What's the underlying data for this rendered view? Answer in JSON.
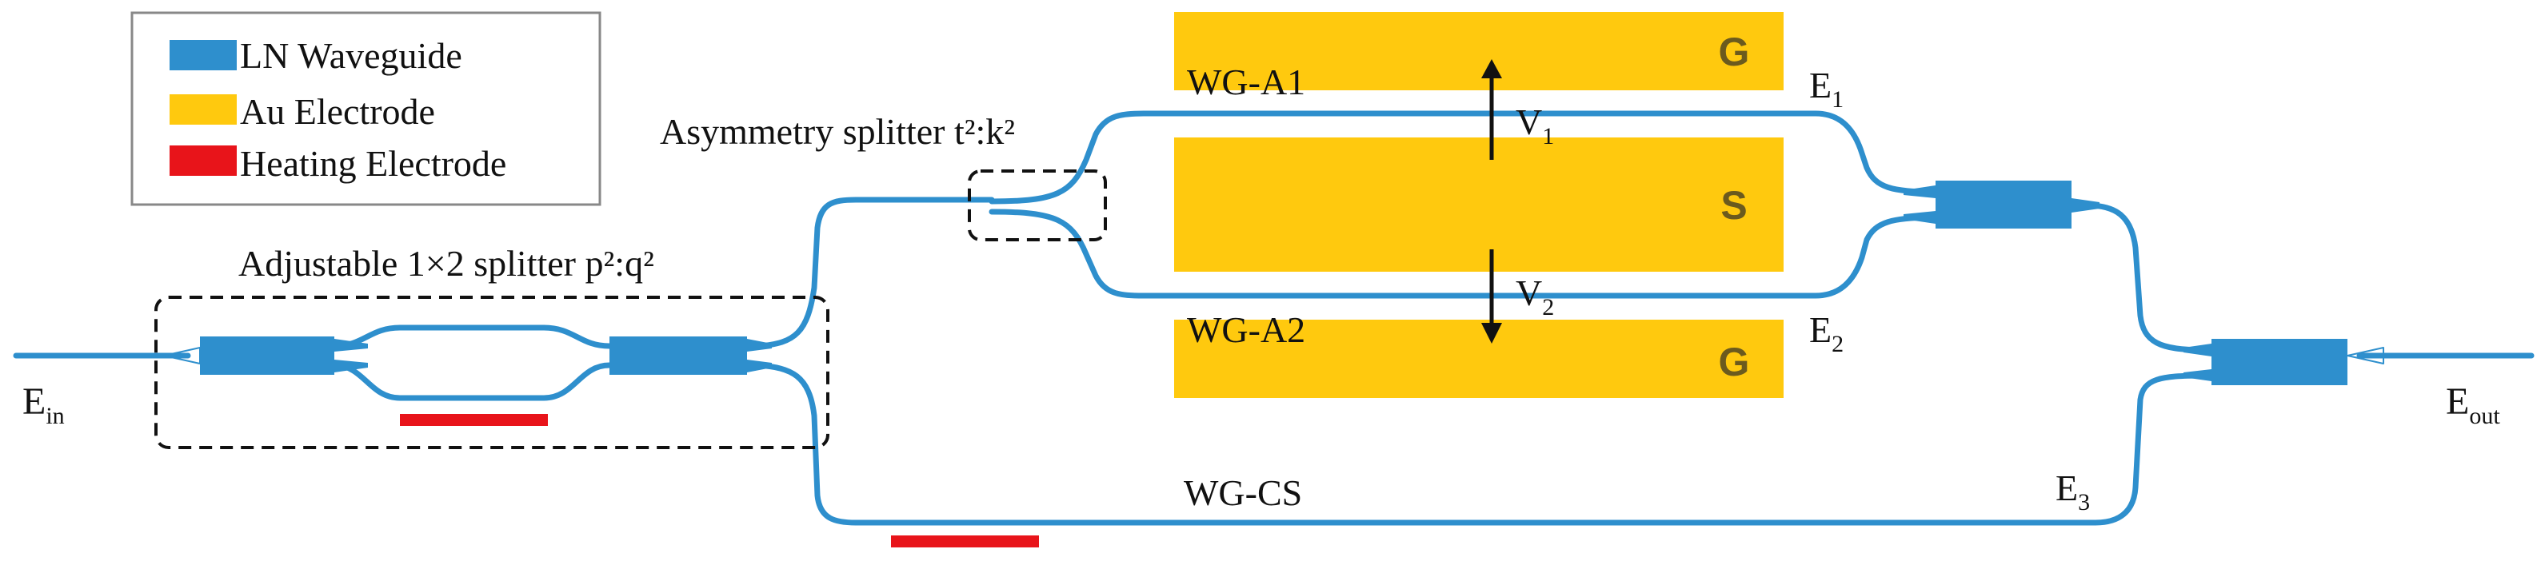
{
  "colors": {
    "waveguide": "#2e8fcd",
    "electrode": "#ffc90e",
    "heater": "#e8141a",
    "line": "#111111"
  },
  "legend": {
    "items": [
      {
        "label": "LN Waveguide",
        "color": "#2e8fcd"
      },
      {
        "label": "Au Electrode",
        "color": "#ffc90e"
      },
      {
        "label": "Heating Electrode",
        "color": "#e8141a"
      }
    ]
  },
  "splitters": {
    "adjustable": {
      "label": "Adjustable 1×2 splitter p²:q²"
    },
    "asymmetry": {
      "label": "Asymmetry splitter t²:k²"
    }
  },
  "electrodes": {
    "top": "G",
    "middle": "S",
    "bottom": "G"
  },
  "waveguides": {
    "arm1": "WG-A1",
    "arm2": "WG-A2",
    "control": "WG-CS"
  },
  "voltages": {
    "v1": {
      "base": "V",
      "sub": "1"
    },
    "v2": {
      "base": "V",
      "sub": "2"
    }
  },
  "fields": {
    "ein": {
      "base": "E",
      "sub": "in"
    },
    "e1": {
      "base": "E",
      "sub": "1"
    },
    "e2": {
      "base": "E",
      "sub": "2"
    },
    "e3": {
      "base": "E",
      "sub": "3"
    },
    "eout": {
      "base": "E",
      "sub": "out"
    }
  }
}
